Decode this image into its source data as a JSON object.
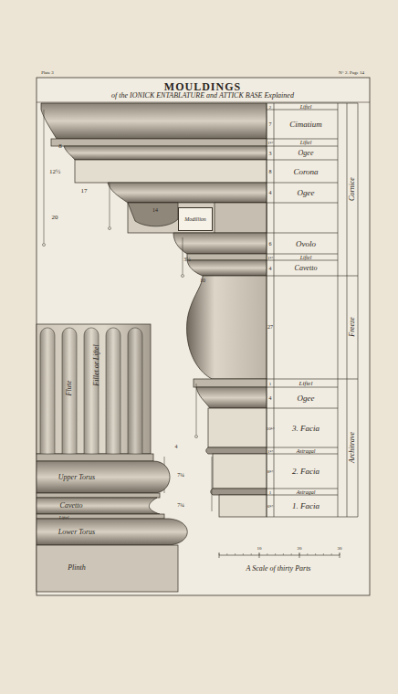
{
  "diagram": {
    "title": "MOULDINGS",
    "nodes": [
      {
        "text": [
          "Modillion"
        ]
      }
    ],
    "labels": [
      "of the IONICK ENTABLATURE and ATTICK BASE Explained",
      "Plate 3",
      "N° 2. Page 14",
      "Liftel",
      "Cimatium",
      "Liftel",
      "Ogee",
      "Corona",
      "Ogee",
      "Ovolo",
      "Liftel",
      "Cavetto",
      "Cornice",
      "Freeze",
      "Liftel",
      "Ogee",
      "3. Facia",
      "Astragal",
      "2. Facia",
      "Astragal",
      "1. Facia",
      "Architrave",
      "Fillet or Liftel",
      "Flute",
      "Upper Torus",
      "Cavetto",
      "Liftel",
      "Lower Torus",
      "Plinth",
      "A Scale of thirty Parts",
      "10",
      "20",
      "30",
      "2",
      "7",
      "1½",
      "3",
      "8",
      "4",
      "6",
      "1½",
      "4",
      "27",
      "1",
      "4",
      "10½",
      "1½",
      "8½",
      "1",
      "6½",
      "8",
      "12½",
      "17",
      "20",
      "3½",
      "10",
      "14",
      "7¼",
      "7¼",
      "4"
    ]
  }
}
